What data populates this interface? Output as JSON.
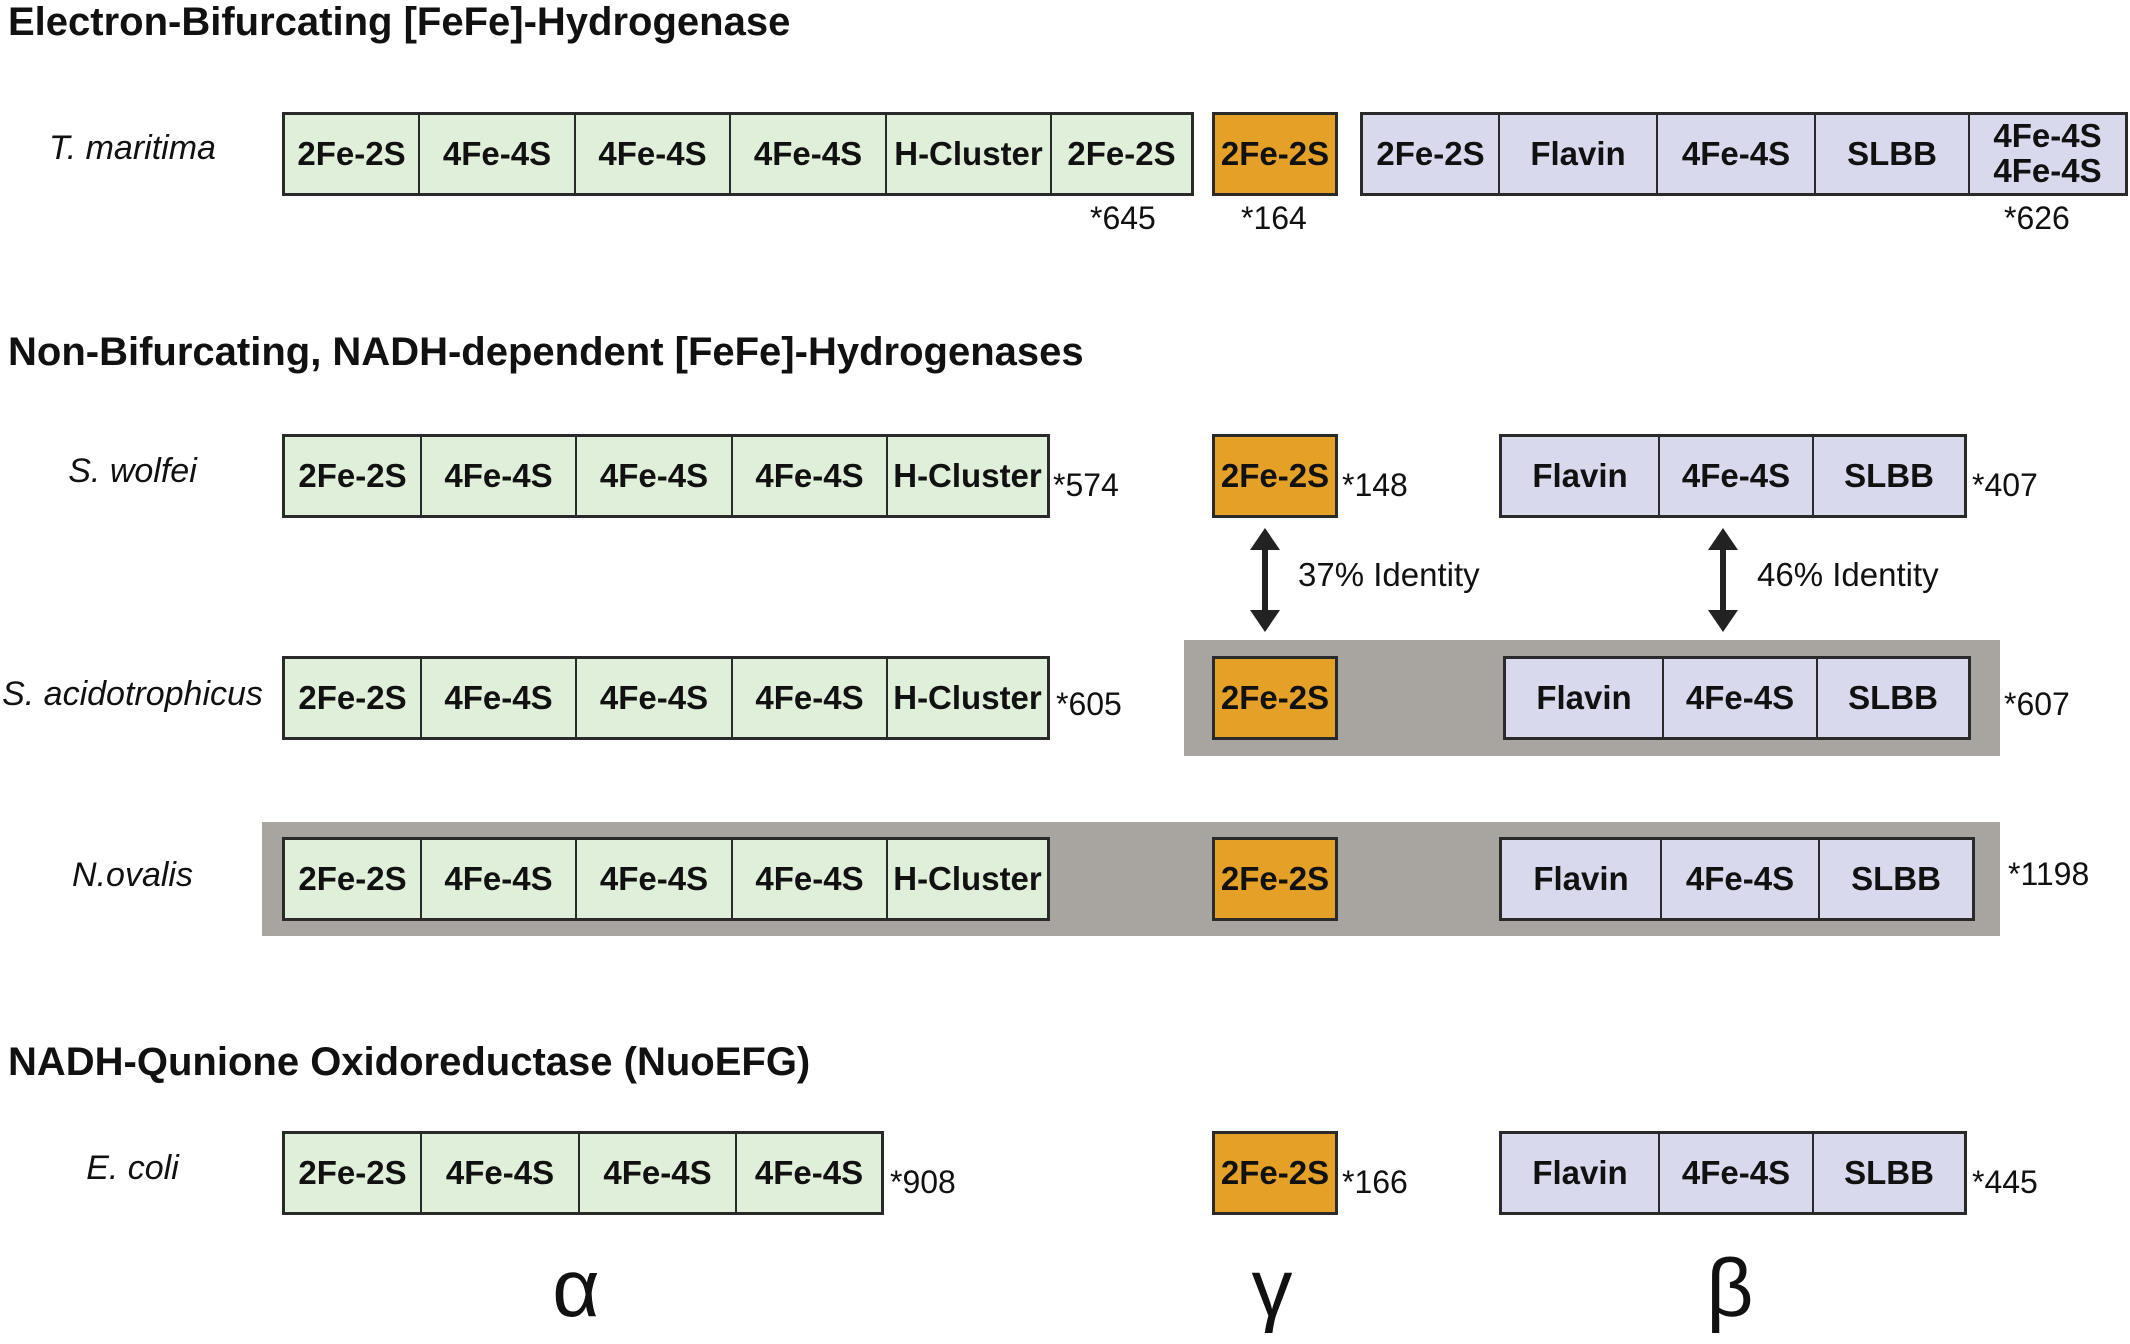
{
  "sections": {
    "bifurcating": "Electron-Bifurcating [FeFe]-Hydrogenase",
    "non_bifurcating": "Non-Bifurcating, NADH-dependent [FeFe]-Hydrogenases",
    "nuo": "NADH-Qunione Oxidoreductase (NuoEFG)"
  },
  "organisms": {
    "t_maritima": "T. maritima",
    "s_wolfei": "S. wolfei",
    "s_acidotrophicus": "S. acidotrophicus",
    "n_ovalis": "N.ovalis",
    "e_coli": "E. coli"
  },
  "t_maritima": {
    "alpha": [
      "2Fe-2S",
      "4Fe-4S",
      "4Fe-4S",
      "4Fe-4S",
      "H-Cluster",
      "2Fe-2S"
    ],
    "alpha_len": "*645",
    "gamma": [
      "2Fe-2S"
    ],
    "gamma_len": "*164",
    "beta": [
      "2Fe-2S",
      "Flavin",
      "4Fe-4S",
      "SLBB",
      "4Fe-4S",
      "4Fe-4S"
    ],
    "beta_len": "*626"
  },
  "s_wolfei": {
    "alpha": [
      "2Fe-2S",
      "4Fe-4S",
      "4Fe-4S",
      "4Fe-4S",
      "H-Cluster"
    ],
    "alpha_len": "*574",
    "gamma": [
      "2Fe-2S"
    ],
    "gamma_len": "*148",
    "beta": [
      "Flavin",
      "4Fe-4S",
      "SLBB"
    ],
    "beta_len": "*407"
  },
  "identity": {
    "gamma": "37% Identity",
    "beta": "46% Identity"
  },
  "s_acidotrophicus": {
    "alpha": [
      "2Fe-2S",
      "4Fe-4S",
      "4Fe-4S",
      "4Fe-4S",
      "H-Cluster"
    ],
    "alpha_len": "*605",
    "gamma": [
      "2Fe-2S"
    ],
    "beta": [
      "Flavin",
      "4Fe-4S",
      "SLBB"
    ],
    "fused_len": "*607"
  },
  "n_ovalis": {
    "alpha": [
      "2Fe-2S",
      "4Fe-4S",
      "4Fe-4S",
      "4Fe-4S",
      "H-Cluster"
    ],
    "gamma": [
      "2Fe-2S"
    ],
    "beta": [
      "Flavin",
      "4Fe-4S",
      "SLBB"
    ],
    "fused_len": "*1198"
  },
  "e_coli": {
    "alpha": [
      "2Fe-2S",
      "4Fe-4S",
      "4Fe-4S",
      "4Fe-4S"
    ],
    "alpha_len": "*908",
    "gamma": [
      "2Fe-2S"
    ],
    "gamma_len": "*166",
    "beta": [
      "Flavin",
      "4Fe-4S",
      "SLBB"
    ],
    "beta_len": "*445"
  },
  "subunits": {
    "alpha": "α",
    "gamma": "γ",
    "beta": "β"
  },
  "colors": {
    "alpha_fill": "#e0efd9",
    "gamma_fill": "#e5a127",
    "beta_fill": "#d9d9ee",
    "fusion_shade": "#a8a5a1"
  }
}
